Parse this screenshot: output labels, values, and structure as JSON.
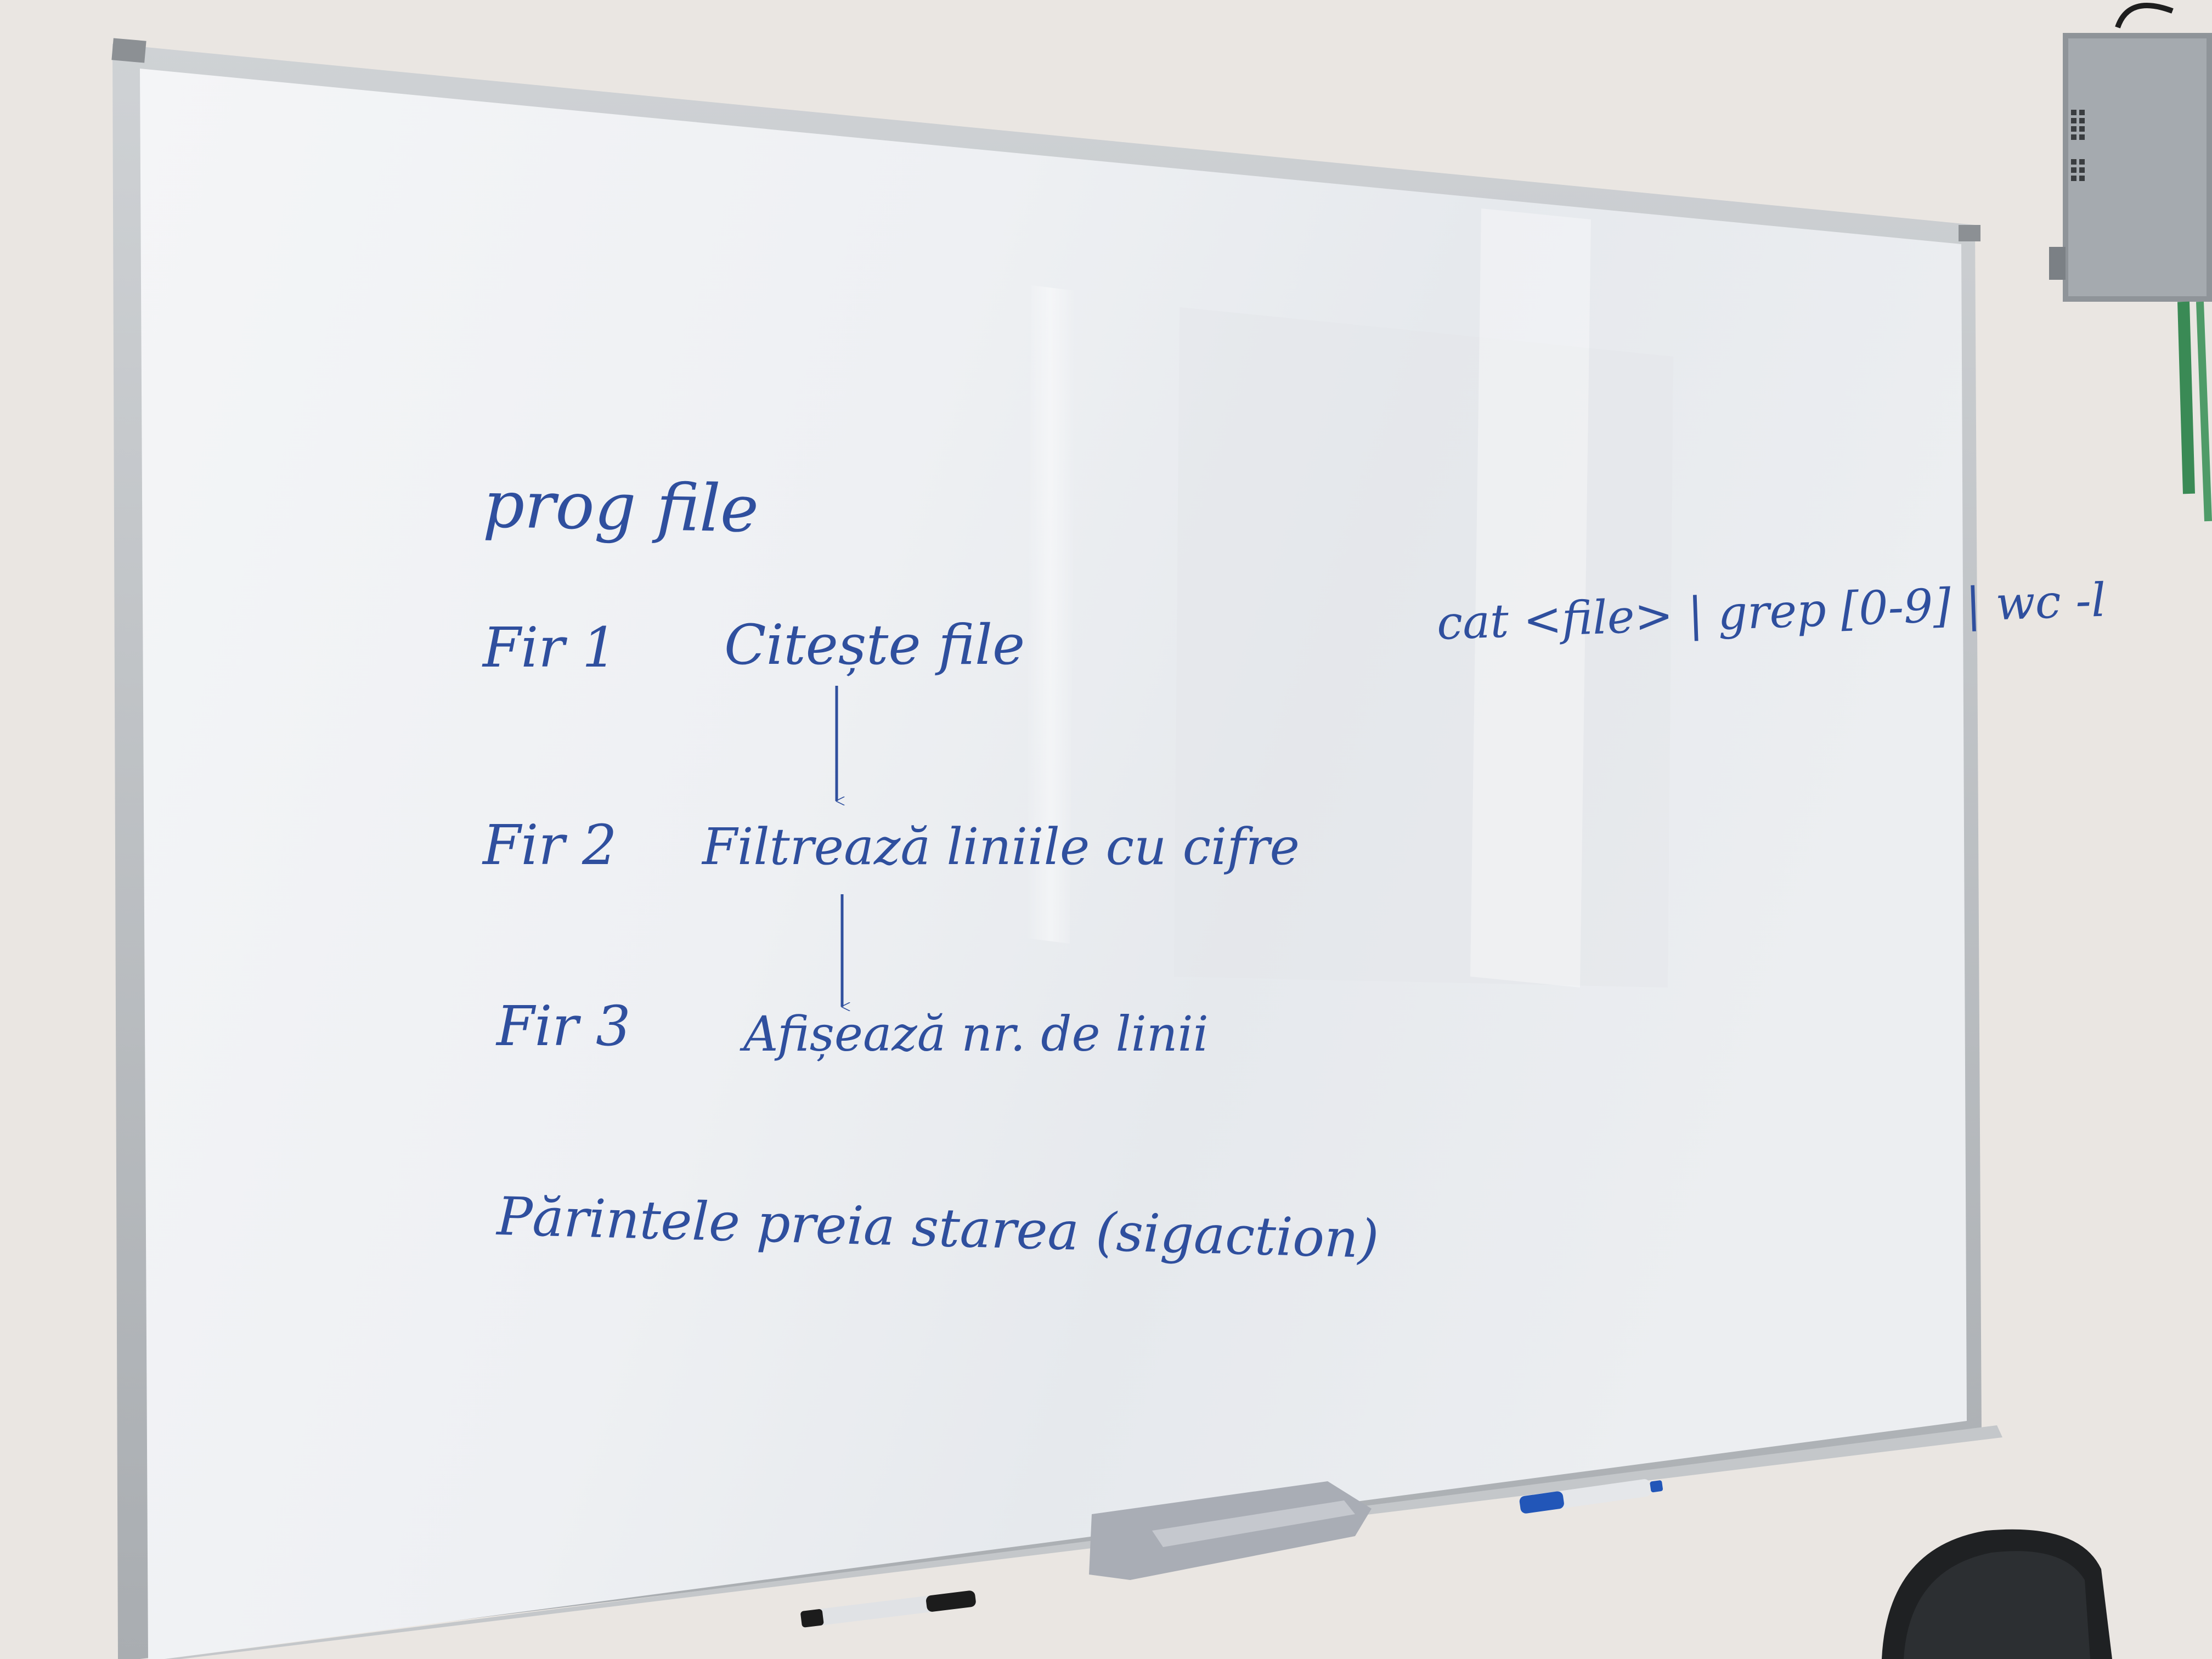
{
  "whiteboard": {
    "lines": {
      "program": "prog file",
      "thread1_label": "Fir 1",
      "thread1_action": "Citește file",
      "thread2_label": "Fir 2",
      "thread2_action": "Filtrează liniile cu cifre",
      "thread3_label": "Fir 3",
      "thread3_action": "Afișează nr. de linii",
      "parent_note": "Părintele preia starea (sigaction)",
      "pipeline": "cat <file> | grep [0-9] | wc -l"
    }
  },
  "colors": {
    "ink": "#2f4f9e",
    "wall": "#e9e5e1",
    "frame": "#b9bcbf",
    "board": "#f2f4f6"
  },
  "objects": {
    "eraser": "eraser",
    "markers": [
      "blue-marker",
      "black-marker"
    ],
    "chair": "chair",
    "wall_device": "network-box"
  }
}
